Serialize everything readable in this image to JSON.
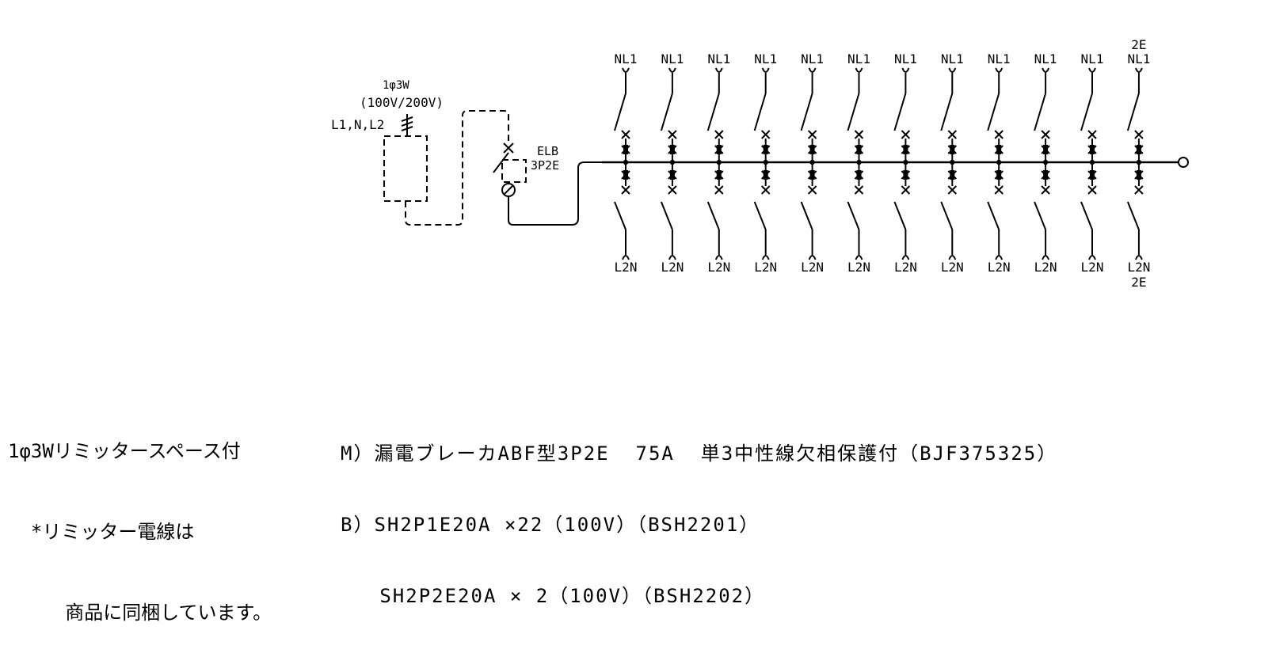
{
  "supply": {
    "phase_label": "1φ3W",
    "voltage_label": "(100V/200V)",
    "wires_label": "L1,N,L2"
  },
  "main_breaker": {
    "name_label": "ELB",
    "pole_label": "3P2E"
  },
  "branches": {
    "top_labels": [
      "NL1",
      "NL1",
      "NL1",
      "NL1",
      "NL1",
      "NL1",
      "NL1",
      "NL1",
      "NL1",
      "NL1",
      "NL1",
      "NL1"
    ],
    "bottom_labels": [
      "L2N",
      "L2N",
      "L2N",
      "L2N",
      "L2N",
      "L2N",
      "L2N",
      "L2N",
      "L2N",
      "L2N",
      "L2N",
      "L2N"
    ],
    "last_top_extra": "2E",
    "last_bottom_extra": "2E"
  },
  "notes": {
    "limiter_lines": [
      "1φ3Wリミッタースペース付",
      "  *リミッター電線は",
      "     商品に同梱しています。"
    ],
    "spec_lines": [
      "M）漏電ブレーカABF型3P2E  75A  単3中性線欠相保護付（BJF375325）",
      "B）SH2P1E20A ×22（100V）（BSH2201）",
      "   SH2P2E20A × 2（100V）（BSH2202）"
    ]
  }
}
